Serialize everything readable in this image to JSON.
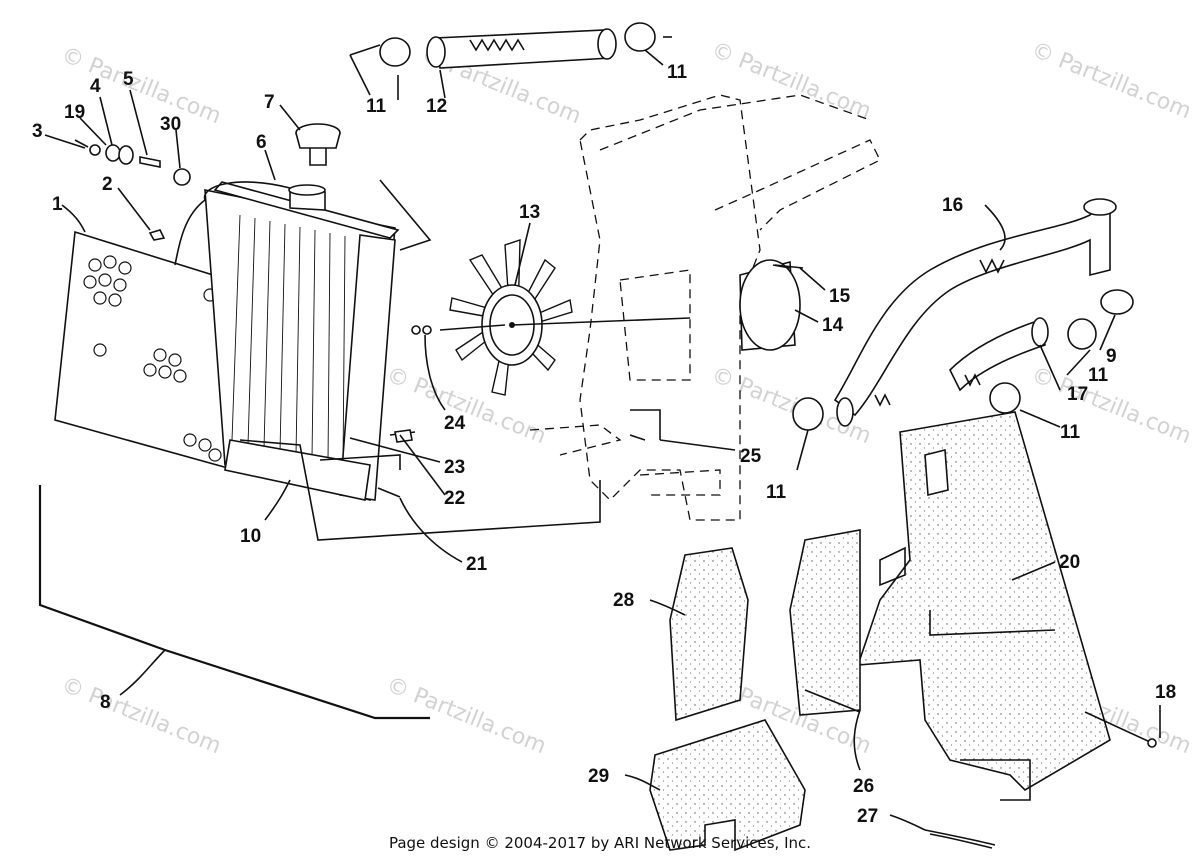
{
  "footer": "Page design © 2004-2017 by ARI Network Services, Inc.",
  "watermark": "© Partzilla.com",
  "callouts": {
    "c1": "1",
    "c2": "2",
    "c3": "3",
    "c4": "4",
    "c5": "5",
    "c6": "6",
    "c7": "7",
    "c8": "8",
    "c9": "9",
    "c10": "10",
    "c11a": "11",
    "c11b": "11",
    "c11c": "11",
    "c11d": "11",
    "c11e": "11",
    "c12": "12",
    "c13": "13",
    "c14": "14",
    "c15": "15",
    "c16": "16",
    "c17": "17",
    "c18": "18",
    "c19": "19",
    "c20": "20",
    "c21": "21",
    "c22": "22",
    "c23": "23",
    "c24": "24",
    "c25": "25",
    "c26": "26",
    "c27": "27",
    "c28": "28",
    "c29": "29",
    "c30": "30"
  }
}
